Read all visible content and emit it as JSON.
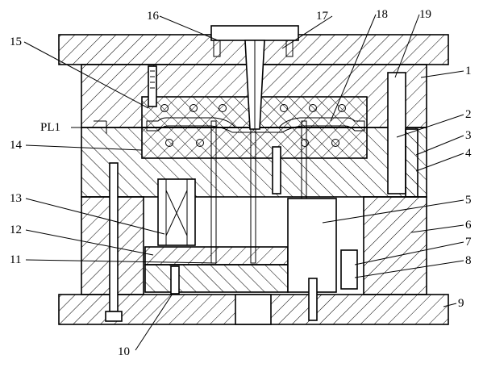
{
  "drawing": {
    "parting_line_label": "PL1",
    "callouts": [
      {
        "id": "c1",
        "label": "1"
      },
      {
        "id": "c2",
        "label": "2"
      },
      {
        "id": "c3",
        "label": "3"
      },
      {
        "id": "c4",
        "label": "4"
      },
      {
        "id": "c5",
        "label": "5"
      },
      {
        "id": "c6",
        "label": "6"
      },
      {
        "id": "c7",
        "label": "7"
      },
      {
        "id": "c8",
        "label": "8"
      },
      {
        "id": "c9",
        "label": "9"
      },
      {
        "id": "c10",
        "label": "10"
      },
      {
        "id": "c11",
        "label": "11"
      },
      {
        "id": "c12",
        "label": "12"
      },
      {
        "id": "c13",
        "label": "13"
      },
      {
        "id": "c14",
        "label": "14"
      },
      {
        "id": "c15",
        "label": "15"
      },
      {
        "id": "c16",
        "label": "16"
      },
      {
        "id": "c17",
        "label": "17"
      },
      {
        "id": "c18",
        "label": "18"
      },
      {
        "id": "c19",
        "label": "19"
      }
    ]
  }
}
